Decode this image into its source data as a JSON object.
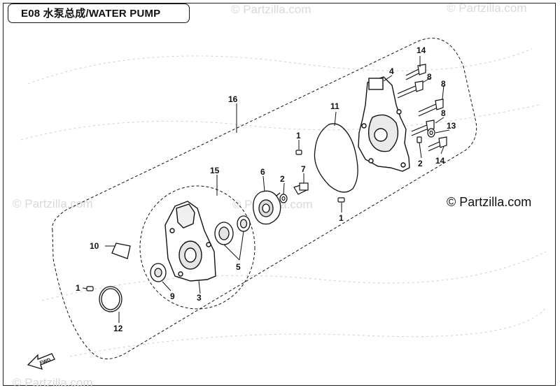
{
  "header": {
    "title": "E08  水泵总成/WATER PUMP"
  },
  "watermarks": [
    "© Partzilla.com",
    "© Partzilla.com",
    "© Partzilla.com",
    "© Partzilla.com",
    "© Partzilla.com"
  ],
  "copyright": "© Partzilla.com",
  "callouts": {
    "c14a": "14",
    "c4": "4",
    "c8a": "8",
    "c8b": "8",
    "c8c": "8",
    "c13": "13",
    "c14b": "14",
    "c16": "16",
    "c11": "11",
    "c1a": "1",
    "c2a": "2",
    "c7": "7",
    "c6": "6",
    "c2b": "2",
    "c1b": "1",
    "c15": "15",
    "c10": "10",
    "c5": "5",
    "c3": "3",
    "c9": "9",
    "c1c": "1",
    "c12": "12"
  },
  "arrow_label": "FWD",
  "colors": {
    "line": "#111111",
    "watermark": "#d9d9d9",
    "background": "#ffffff"
  }
}
